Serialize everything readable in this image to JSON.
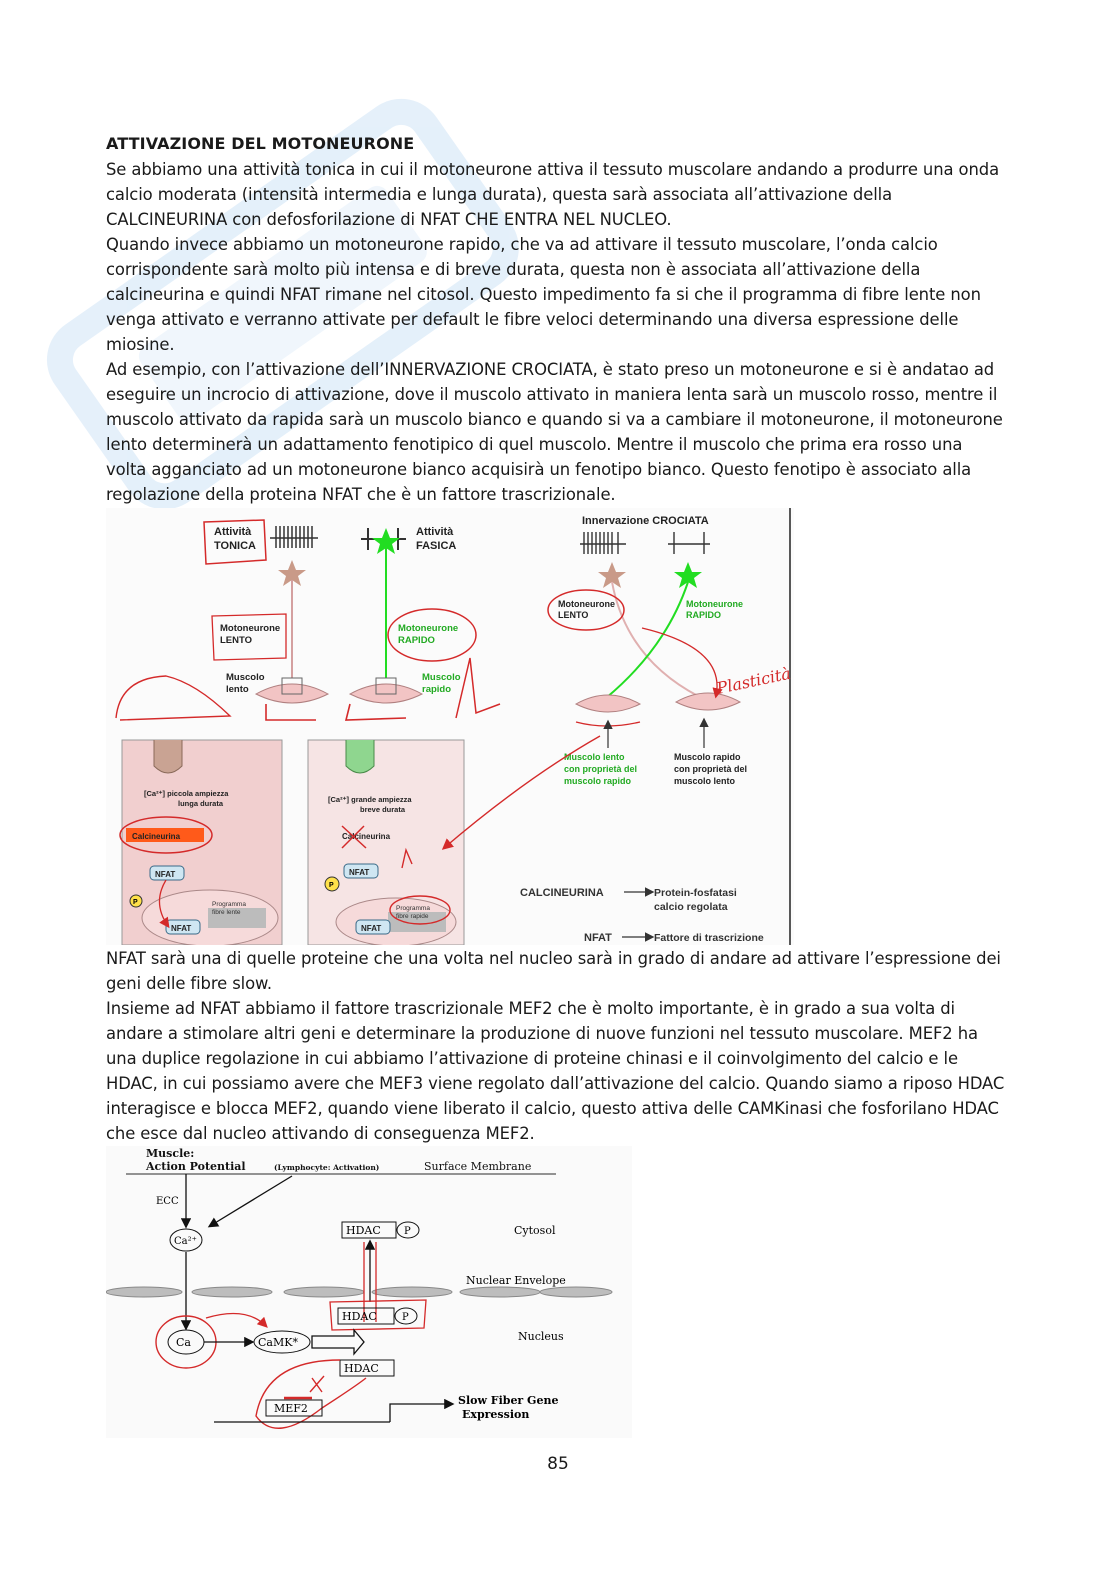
{
  "document": {
    "heading": "ATTIVAZIONE DEL MOTONEURONE",
    "paragraphs": [
      "Se abbiamo una attività tonica in cui il motoneurone attiva il tessuto muscolare andando a produrre una onda calcio moderata (intensità intermedia e lunga durata), questa sarà associata all’attivazione della CALCINEURINA con defosforilazione di NFAT CHE ENTRA NEL NUCLEO.",
      "Quando invece abbiamo un motoneurone rapido, che va ad attivare il tessuto muscolare, l’onda calcio corrispondente sarà molto più intensa e di breve durata, questa non è associata all’attivazione della calcineurina e quindi NFAT rimane nel citosol. Questo impedimento fa si che il programma di fibre lente non venga attivato e verranno attivate per default le fibre veloci determinando una diversa espressione delle miosine.",
      "Ad esempio, con l’attivazione dell’INNERVAZIONE CROCIATA, è stato preso un motoneurone e si è andatao ad eseguire un incrocio di attivazione, dove il muscolo attivato in maniera lenta sarà un muscolo rosso, mentre il muscolo attivato da rapida sarà un muscolo bianco e quando si va a cambiare il motoneurone, il motoneurone lento determinerà un adattamento fenotipico di quel muscolo. Mentre il muscolo che prima era rosso una volta agganciato ad un motoneurone bianco acquisirà un fenotipo bianco. Questo fenotipo è associato alla regolazione della proteina NFAT che è un fattore trascrizionale.",
      "NFAT sarà una di quelle proteine che una volta nel nucleo sarà in grado di andare ad attivare l’espressione dei geni delle fibre slow.",
      "Insieme ad NFAT abbiamo il fattore trascrizionale MEF2 che è molto importante, è in grado a sua volta di andare a stimolare altri geni e determinare la produzione di nuove funzioni nel tessuto muscolare. MEF2 ha una duplice regolazione in cui abbiamo l’attivazione di proteine chinasi e il coinvolgimento del calcio e le HDAC, in cui possiamo avere che MEF3 viene regolato dall’attivazione del calcio. Quando siamo a riposo HDAC interagisce e blocca MEF2, quando viene liberato il calcio, questo attiva delle CAMKinasi che fosforilano HDAC che esce dal nucleo attivando di conseguenza MEF2."
    ],
    "page_number": "85"
  },
  "figure1": {
    "tonic": "Attività\nTONICA",
    "phasic": "Attività\nFASICA",
    "cross_title": "Innervazione CROCIATA",
    "mn_slow": "Motoneurone\nLENTO",
    "mn_fast": "Motoneurone\nRAPIDO",
    "muscle_slow": "Muscolo\nlento",
    "muscle_fast": "Muscolo\nrapido",
    "cross_mn_slow": "Motoneurone\nLENTO",
    "cross_mn_fast": "Motoneurone\nRAPIDO",
    "slow_with_fast": "Muscolo lento\ncon proprietà del\nmuscolo rapido",
    "fast_with_slow": "Muscolo rapido\ncon proprietà del\nmuscolo lento",
    "ca_small": "[Ca²⁺] piccola ampiezza\nlunga durata",
    "ca_large": "[Ca²⁺] grande ampiezza\nbreve durata",
    "calcineurina_on": "Calcineurina",
    "calcineurina_off": "Calcineurina",
    "nfat": "NFAT",
    "p": "P",
    "prog_slow": "Programma\nfibre lente",
    "prog_fast": "Programma\nfibre rapide",
    "legend_calc": "CALCINEURINA",
    "legend_calc_desc": "Protein-fosfatasi\ncalcio regolata",
    "legend_nfat": "NFAT",
    "legend_nfat_desc": "Fattore di trascrizione",
    "handwritten": "Plasticità"
  },
  "figure2": {
    "muscle": "Muscle:",
    "action_potential": "Action Potential",
    "lymphocyte": "(Lymphocyte: Activation)",
    "surface_membrane": "Surface Membrane",
    "ecc": "ECC",
    "ca2": "Ca²⁺",
    "hdac": "HDAC",
    "p": "P",
    "cytosol": "Cytosol",
    "nuclear_envelope": "Nuclear Envelope",
    "nucleus": "Nucleus",
    "ca": "Ca",
    "camk": "CaMK*",
    "mef2": "MEF2",
    "slow_fiber": "Slow Fiber Gene\nExpression"
  },
  "colors": {
    "annotation_red": "#d42a2a",
    "green": "#22cc22",
    "watermark": "#cfe4f6"
  }
}
